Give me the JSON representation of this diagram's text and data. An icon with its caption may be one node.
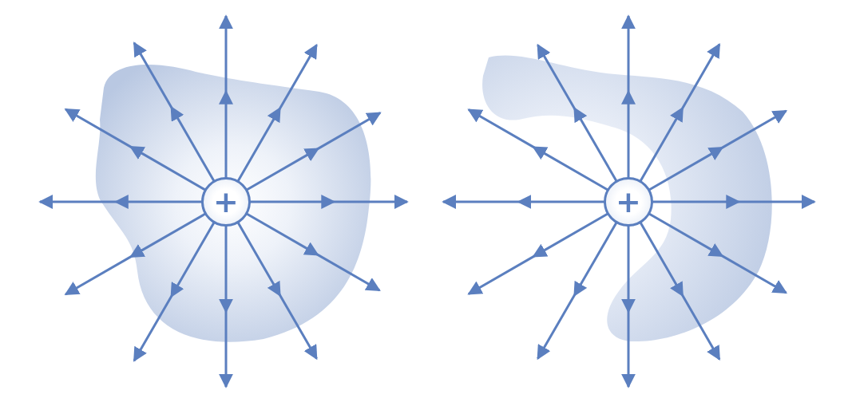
{
  "diagram": {
    "nodes": [
      {
        "text": [
          "+"
        ]
      },
      {
        "text": [
          "+"
        ]
      }
    ],
    "edges": [
      {
        "from": 0,
        "to": null,
        "arrow": "to"
      },
      {
        "from": 0,
        "to": null,
        "arrow": "to"
      },
      {
        "from": 0,
        "to": null,
        "arrow": "to"
      },
      {
        "from": 0,
        "to": null,
        "arrow": "to"
      },
      {
        "from": 0,
        "to": null,
        "arrow": "to"
      },
      {
        "from": 0,
        "to": null,
        "arrow": "to"
      },
      {
        "from": 0,
        "to": null,
        "arrow": "to"
      },
      {
        "from": 0,
        "to": null,
        "arrow": "to"
      },
      {
        "from": 0,
        "to": null,
        "arrow": "to"
      },
      {
        "from": 0,
        "to": null,
        "arrow": "to"
      },
      {
        "from": 0,
        "to": null,
        "arrow": "to"
      },
      {
        "from": 0,
        "to": null,
        "arrow": "to"
      },
      {
        "from": 1,
        "to": null,
        "arrow": "to"
      },
      {
        "from": 1,
        "to": null,
        "arrow": "to"
      },
      {
        "from": 1,
        "to": null,
        "arrow": "to"
      },
      {
        "from": 1,
        "to": null,
        "arrow": "to"
      },
      {
        "from": 1,
        "to": null,
        "arrow": "to"
      },
      {
        "from": 1,
        "to": null,
        "arrow": "to"
      },
      {
        "from": 1,
        "to": null,
        "arrow": "to"
      },
      {
        "from": 1,
        "to": null,
        "arrow": "to"
      },
      {
        "from": 1,
        "to": null,
        "arrow": "to"
      },
      {
        "from": 1,
        "to": null,
        "arrow": "to"
      },
      {
        "from": 1,
        "to": null,
        "arrow": "to"
      },
      {
        "from": 1,
        "to": null,
        "arrow": "to"
      }
    ]
  }
}
